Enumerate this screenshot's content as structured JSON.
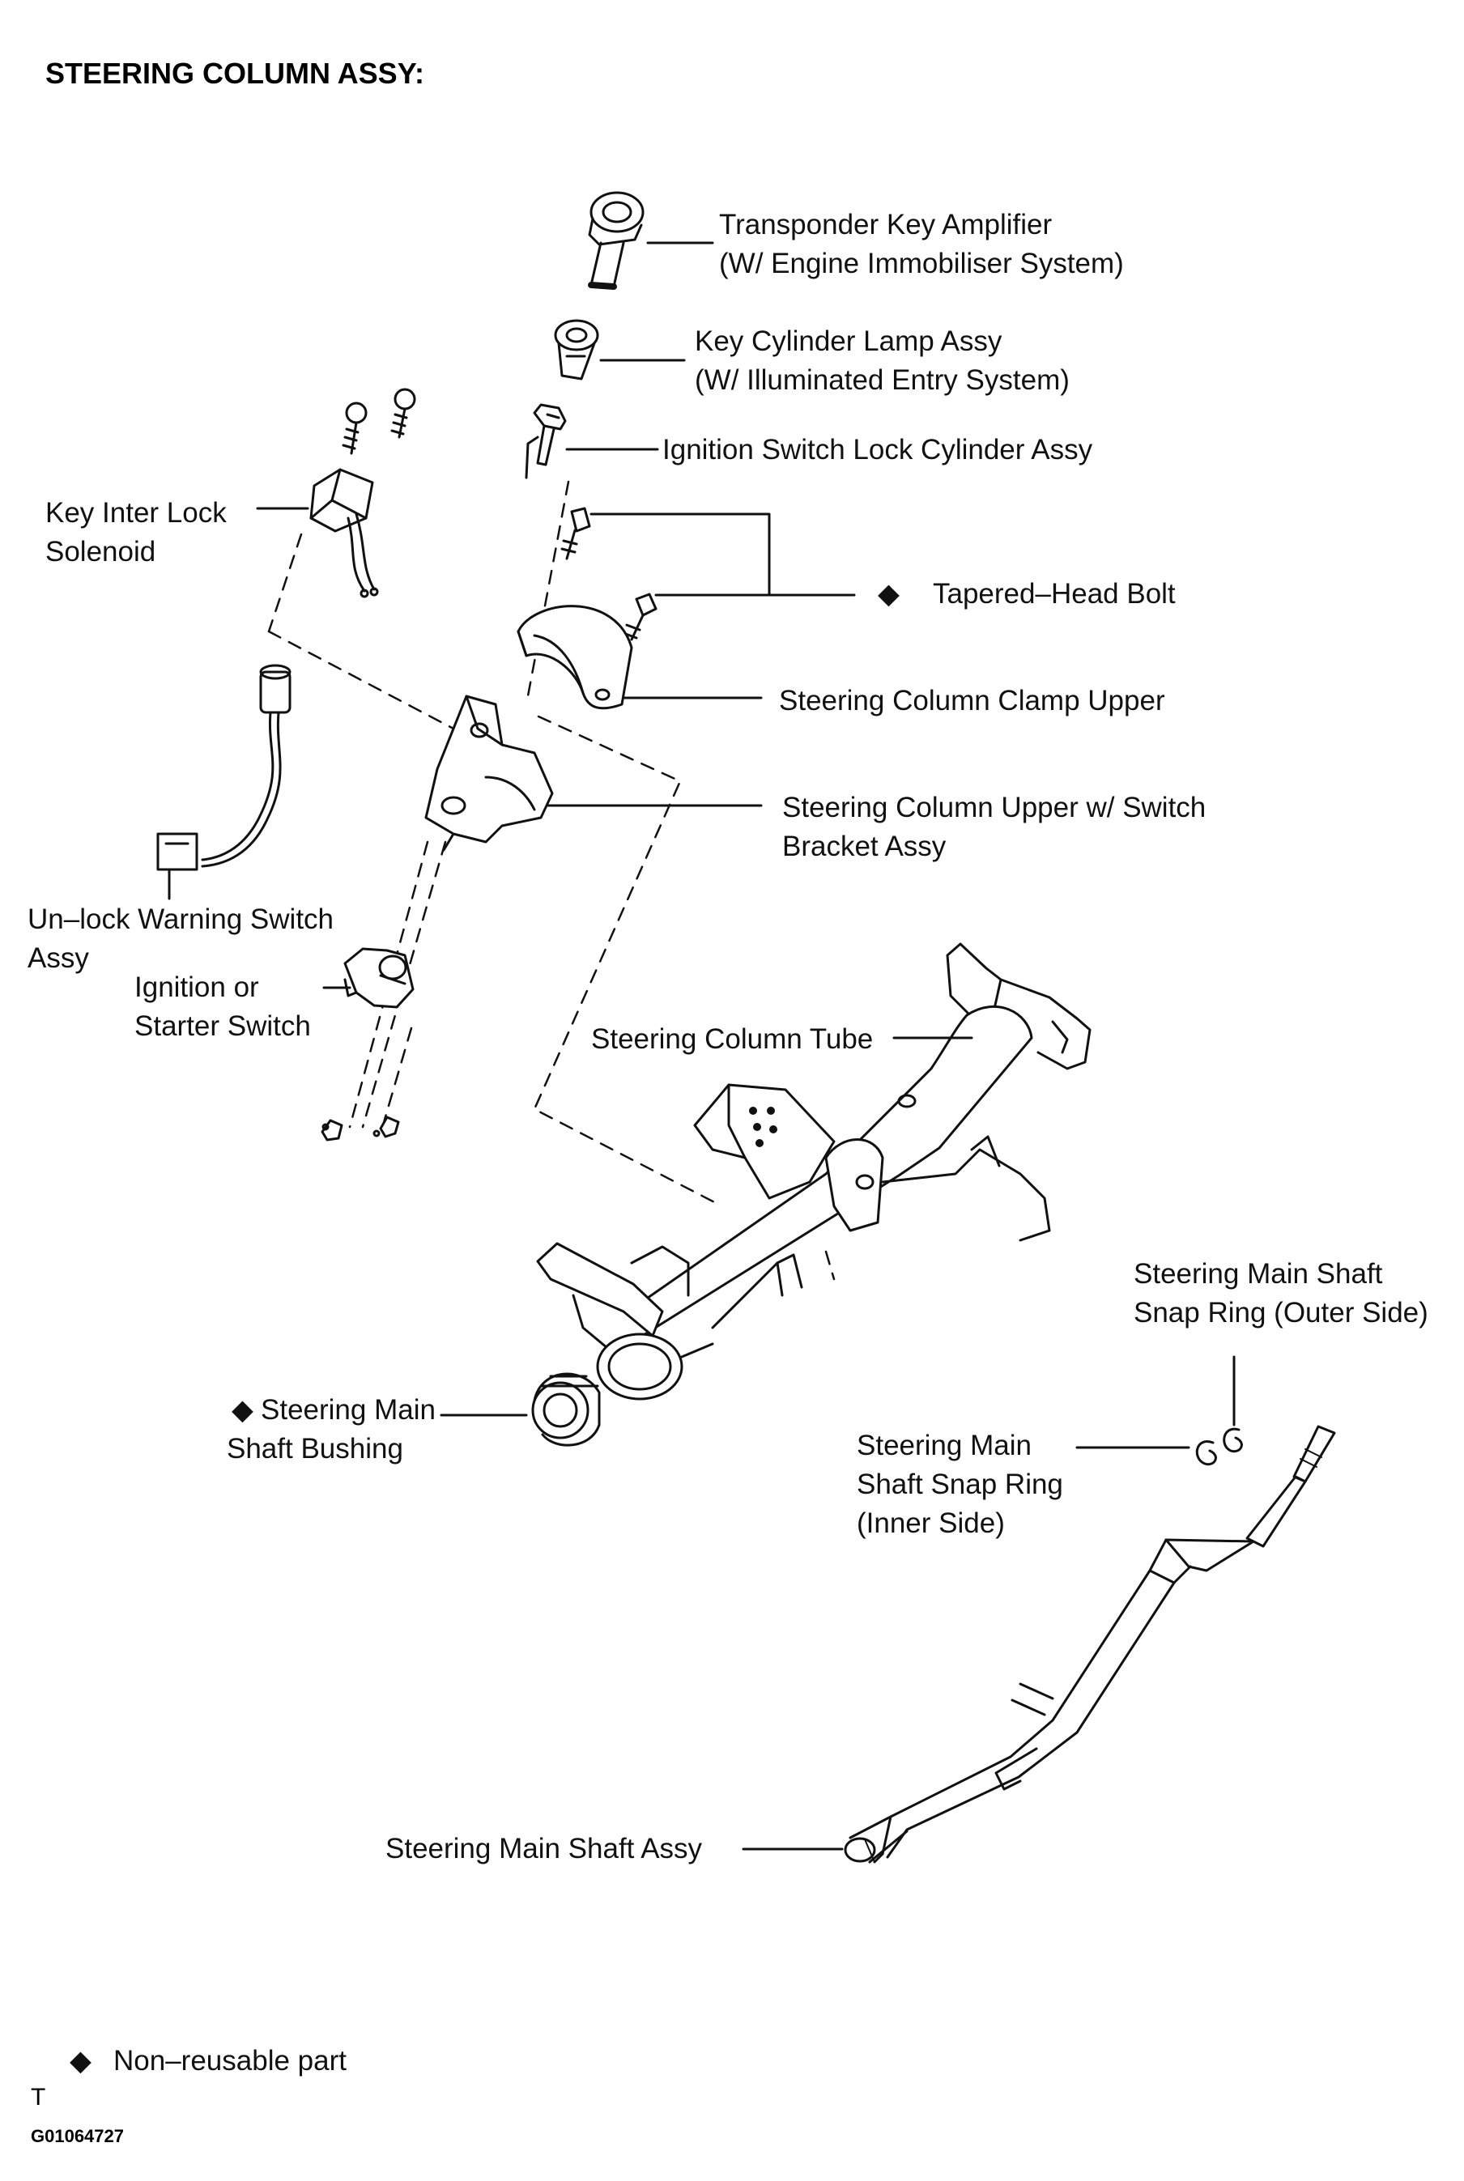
{
  "title": "STEERING COLUMN ASSY:",
  "labels": {
    "transponder_1": "Transponder Key Amplifier",
    "transponder_2": "(W/ Engine Immobiliser System)",
    "key_cyl_lamp_1": "Key Cylinder Lamp Assy",
    "key_cyl_lamp_2": "(W/ Illuminated Entry System)",
    "ign_lock_cyl": "Ignition Switch Lock Cylinder Assy",
    "key_interlock_1": "Key Inter Lock",
    "key_interlock_2": "Solenoid",
    "tapered_bolt": "Tapered–Head Bolt",
    "clamp_upper": "Steering Column Clamp Upper",
    "upper_bracket_1": "Steering Column Upper w/ Switch",
    "upper_bracket_2": "Bracket Assy",
    "unlock_warning_1": "Un–lock Warning Switch",
    "unlock_warning_2": "Assy",
    "ignition_starter_1": "Ignition or",
    "ignition_starter_2": "Starter Switch",
    "column_tube": "Steering Column Tube",
    "outer_snap_1": "Steering Main Shaft",
    "outer_snap_2": "Snap Ring (Outer Side)",
    "bushing_1": "Steering Main",
    "bushing_2": "Shaft Bushing",
    "inner_snap_1": "Steering Main",
    "inner_snap_2": "Shaft Snap Ring",
    "inner_snap_3": "(Inner Side)",
    "main_shaft": "Steering Main Shaft Assy"
  },
  "legend": {
    "symbol": "◆",
    "text": "Non–reusable part"
  },
  "footer": {
    "code_letter": "T",
    "figure_id": "G01064727"
  }
}
